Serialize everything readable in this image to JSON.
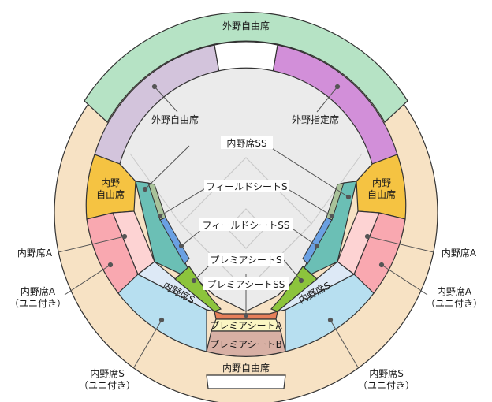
{
  "diagram": {
    "labels": {
      "outfield_free_top": "外野自由席",
      "outfield_free_left": "外野自由席",
      "outfield_reserved": "外野指定席",
      "infield_free_left_l1": "内野",
      "infield_free_left_l2": "自由席",
      "infield_free_right_l1": "内野",
      "infield_free_right_l2": "自由席",
      "infield_free_bottom": "内野自由席",
      "infield_ss": "内野席SS",
      "field_seat_s": "フィールドシートS",
      "field_seat_ss": "フィールドシートSS",
      "premier_s": "プレミアシートS",
      "premier_ss": "プレミアシートSS",
      "premier_a": "プレミアシートA",
      "premier_b": "プレミアシートB",
      "infield_s_left": "内野席S",
      "infield_s_right": "内野席S",
      "infield_a_left": "内野席A",
      "infield_a_right": "内野席A",
      "infield_a_uni_left_l1": "内野席A",
      "infield_a_uni_left_l2": "（ユニ付き）",
      "infield_a_uni_right_l1": "内野席A",
      "infield_a_uni_right_l2": "（ユニ付き）",
      "infield_s_uni_left_l1": "内野席S",
      "infield_s_uni_left_l2": "（ユニ付き）",
      "infield_s_uni_right_l1": "内野席S",
      "infield_s_uni_right_l2": "（ユニ付き）"
    },
    "colors": {
      "outfield_free": "#b6e3c5",
      "outfield_free_left": "#d3c4dc",
      "outfield_reserved": "#d28fd9",
      "infield_free": "#f5c342",
      "outer_ring": "#f7e2c4",
      "infield_a": "#fdd3d3",
      "infield_a_uni": "#f9a8b0",
      "infield_s": "#dde9f6",
      "infield_s_uni": "#b7dff0",
      "infield_ss": "#6bbfb5",
      "field_seat_s": "#a9c29a",
      "field_seat_ss": "#6aa0e2",
      "premier_s": "#8cc43c",
      "premier_ss": "#e8805a",
      "premier_a": "#fbf6c3",
      "premier_b": "#d8b0a4",
      "field": "#ebebeb"
    }
  }
}
